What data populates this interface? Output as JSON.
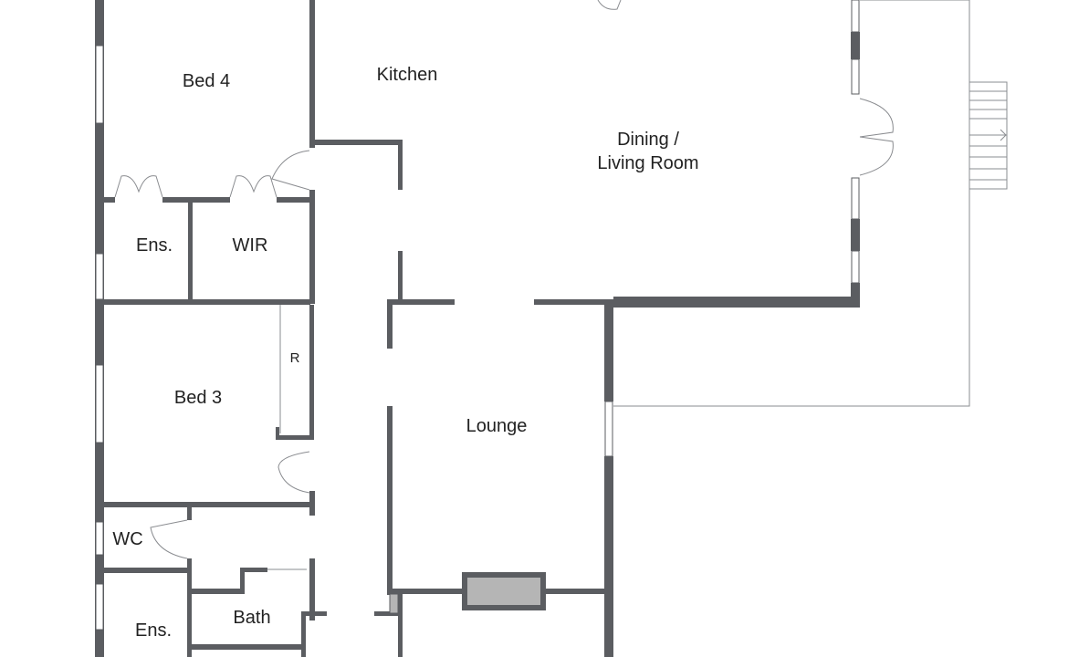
{
  "floorplan": {
    "rooms": {
      "bed4": "Bed 4",
      "kitchen": "Kitchen",
      "dining_line1": "Dining /",
      "dining_line2": "Living Room",
      "ens_upper": "Ens.",
      "wir": "WIR",
      "robe": "R",
      "bed3": "Bed 3",
      "lounge": "Lounge",
      "wc": "WC",
      "bath": "Bath",
      "ens_lower": "Ens."
    },
    "colors": {
      "wall": "#5b5d61",
      "fireplace": "#b5b5b5"
    }
  }
}
